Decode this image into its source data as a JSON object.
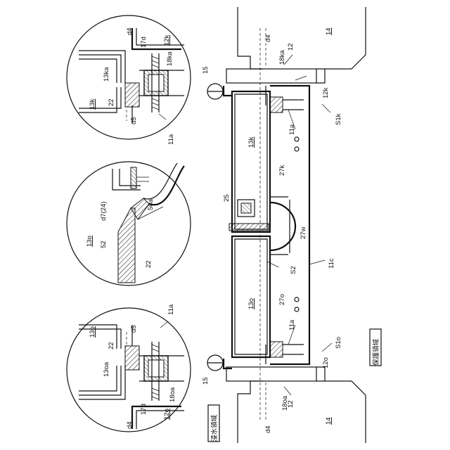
{
  "labels": {
    "c1_d4": "d4",
    "c1_17d": "17d",
    "c1_12k": "12k",
    "c1_18ka": "18ka",
    "c1_13ka": "13ka",
    "c1_13k": "13k",
    "c1_22": "22",
    "c1_d5": "d5",
    "c1_11a": "11a",
    "c2_dim": "d7(24)",
    "c2_50a": "50a",
    "c2_13o": "13o",
    "c2_52": "52",
    "c2_22": "22",
    "c3_11a": "11a",
    "c3_13o": "13o",
    "c3_d5": "d5",
    "c3_22": "22",
    "c3_13oa": "13oa",
    "c3_17d": "17d",
    "c3_12o": "12o",
    "c3_18oa": "18oa",
    "c3_d4": "d4",
    "m_d4_top": "d4",
    "m_14_top": "14",
    "m_12_top": "12",
    "m_18ka": "18ka",
    "m_15_top": "15",
    "m_12k": "12k",
    "m_S1k": "S1k",
    "m_11a_top": "11a",
    "m_13k": "13k",
    "m_27k": "27k",
    "m_25": "25",
    "m_27w": "27w",
    "m_S2": "S2",
    "m_11c": "11c",
    "m_27o": "27o",
    "m_13o": "13o",
    "m_11a_bot": "11a",
    "m_S1o": "S1o",
    "m_12o": "12o",
    "m_15_bot": "15",
    "m_18oa": "18oa",
    "m_12_bot": "12",
    "m_d4_bot": "d4",
    "m_14_bot": "14",
    "region_protect": "保護領域",
    "region_flood": "浸水領域"
  }
}
